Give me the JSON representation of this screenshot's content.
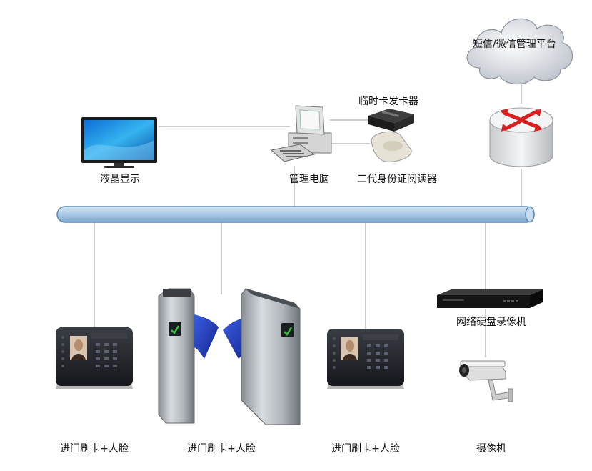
{
  "cloud": {
    "label": "短信/微信管理平台"
  },
  "devices": {
    "monitor": {
      "label": "液晶显示"
    },
    "pc": {
      "label": "管理电脑"
    },
    "card_dispenser": {
      "label": "临时卡发卡器"
    },
    "id_reader": {
      "label": "二代身份证阅读器"
    },
    "nvr": {
      "label": "网络硬盘录像机"
    },
    "camera": {
      "label": "摄像机"
    },
    "terminal_left": {
      "label": "进门刷卡+人脸"
    },
    "turnstile": {
      "label": "进门刷卡+人脸"
    },
    "terminal_right": {
      "label": "进门刷卡+人脸"
    }
  },
  "colors": {
    "bus_fill": "#a9c8e4",
    "bus_stroke": "#5a87b0",
    "flap_blue": "#1f3fbf",
    "router_red": "#d91f1f",
    "line": "#9a9a9a"
  }
}
